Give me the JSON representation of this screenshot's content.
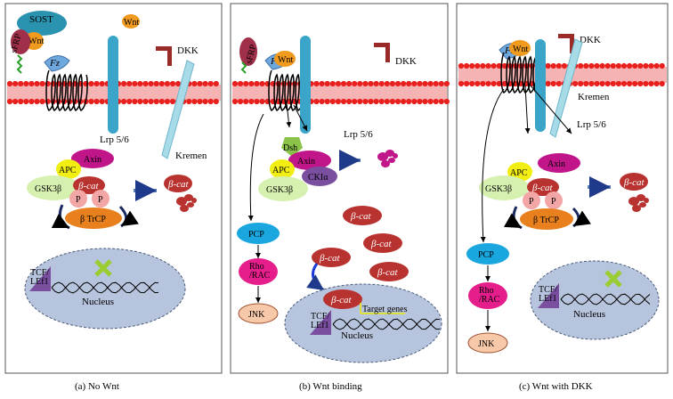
{
  "panels": {
    "a": {
      "caption": "(a) No Wnt",
      "sost": "SOST",
      "wnt_top": "Wnt",
      "wnt_free": "Wnt",
      "sfrp": "sFRP",
      "fz": "Fz",
      "dkk": "DKK",
      "lrp": "Lrp 5/6",
      "kremen": "Kremen",
      "axin": "Axin",
      "apc": "APC",
      "gsk": "GSK3β",
      "bcat": "β-cat",
      "p1": "P",
      "p2": "P",
      "btrcp": "β TrCP",
      "bcat_deg": "β-cat",
      "tcf": "TCF/ LEf1",
      "nucleus": "Nucleus"
    },
    "b": {
      "caption": "(b) Wnt binding",
      "sfrp": "sFRP",
      "fz": "Fz",
      "wnt": "Wnt",
      "dkk": "DKK",
      "lrp": "Lrp 5/6",
      "dsh": "Dsh",
      "axin": "Axin",
      "apc": "APC",
      "ck1": "CKIα",
      "gsk": "GSK3β",
      "pcp": "PCP",
      "rho": "Rho /RAC",
      "jnk": "JNK",
      "bcat": [
        "β-cat",
        "β-cat",
        "β-cat",
        "β-cat",
        "β-cat"
      ],
      "tcf": "TCF/ LEf1",
      "target": "Target genes",
      "nucleus": "Nucleus"
    },
    "c": {
      "caption": "(c) Wnt with DKK",
      "fz": "Fz",
      "wnt": "Wnt",
      "dkk": "DKK",
      "kremen": "Kremen",
      "lrp": "Lrp 5/6",
      "axin": "Axin",
      "apc": "APC",
      "gsk": "GSK3β",
      "bcat": "β-cat",
      "p1": "P",
      "p2": "P",
      "btrcp": "β TrCP",
      "bcat_deg": "β-cat",
      "pcp": "PCP",
      "rho": "Rho /RAC",
      "jnk": "JNK",
      "tcf": "TCF/ LEf1",
      "nucleus": "Nucleus"
    }
  },
  "colors": {
    "membrane": "#e8211e",
    "sost": "#2a93b0",
    "wnt": "#f09a1f",
    "sfrp": "#a0304a",
    "fz": "#6fa8dc",
    "lrp": "#3aa5c9",
    "kremen": "#a7dbe8",
    "dkk": "#9a2a28",
    "axin": "#c0168a",
    "apc": "#f2ee12",
    "gsk": "#d6f0b0",
    "bcat": "#b8322f",
    "p": "#f3a6a6",
    "btrcp": "#e8801e",
    "nucleus": "#b7c4dd",
    "tcf": "#7a4fa0",
    "x_mark": "#9acd32",
    "pcp": "#1aa7e0",
    "rho": "#e61e8c",
    "jnk": "#f7c9a8",
    "dsh": "#8bc34a",
    "ck1": "#7a4fa0",
    "target": "#c000c0",
    "target_line": "#e8e800"
  }
}
